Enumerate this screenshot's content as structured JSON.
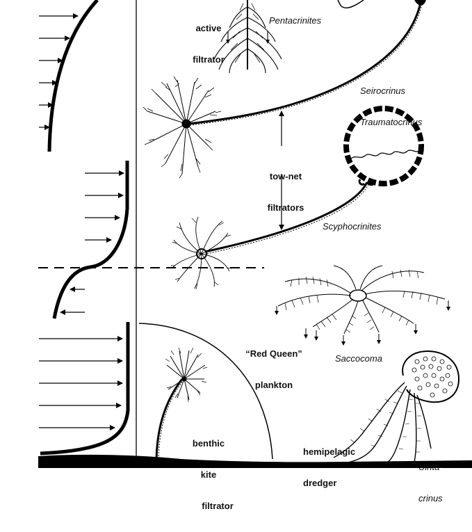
{
  "labels": {
    "active_filtrator": [
      "active",
      "filtrator"
    ],
    "pentacrinites": "Pentacrinites",
    "seirocrinus": [
      "Seirocrinus",
      "Traumatocrinus"
    ],
    "tow_net": [
      "tow-net",
      "filtrators"
    ],
    "scyphocrinites": "Scyphocrinites",
    "red_queen": [
      "“Red Queen”",
      "plankton"
    ],
    "saccocoma": "Saccocoma",
    "benthic": [
      "benthic",
      "kite",
      "filtrator"
    ],
    "hemipelagic": [
      "hemipelagic",
      "dredger"
    ],
    "uintacrinus": [
      "Uinta-",
      "crinus"
    ]
  },
  "colors": {
    "ink": "#000000",
    "paper": "#ffffff"
  }
}
